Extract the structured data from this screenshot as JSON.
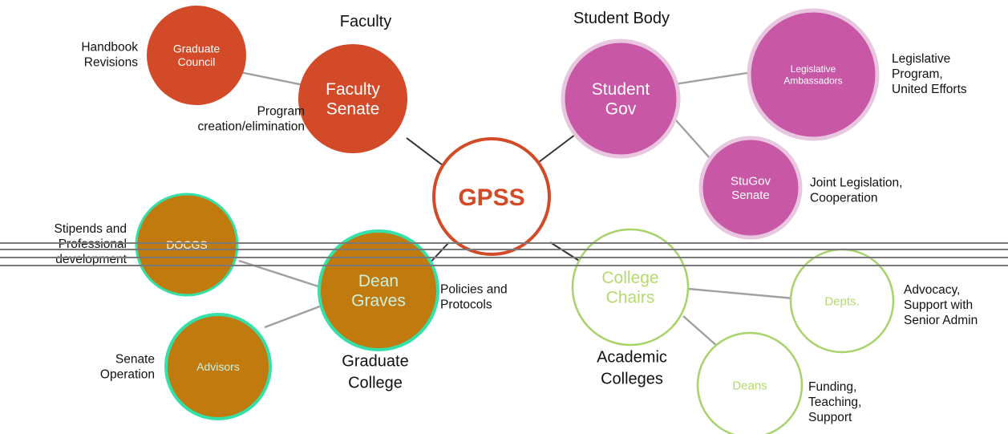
{
  "colors": {
    "faculty": "#d24a27",
    "student": "#c857a6",
    "student_light": "#e8c6df",
    "gpss_border": "#d24a27",
    "graduate": "#c07a0e",
    "graduate_ring": "#35e0a8",
    "academic_ring": "#a8d36a",
    "academic_text": "#b5d96d",
    "gpss_text": "#d24a27",
    "connector": "#a0a0a0",
    "connector_dark": "#333333"
  },
  "group_labels": {
    "faculty": "Faculty",
    "student_body": "Student Body",
    "graduate_college": [
      "Graduate",
      "College"
    ],
    "academic_colleges": [
      "Academic",
      "Colleges"
    ]
  },
  "center": {
    "label": "GPSS"
  },
  "nodes": {
    "graduate_council": [
      "Graduate",
      "Council"
    ],
    "faculty_senate": [
      "Faculty",
      "Senate"
    ],
    "student_gov": [
      "Student",
      "Gov"
    ],
    "legislative_ambassadors": [
      "Legislative",
      "Ambassadors"
    ],
    "stugov_senate": [
      "StuGov",
      "Senate"
    ],
    "docgs": [
      "DOCGS"
    ],
    "dean_graves": [
      "Dean",
      "Graves"
    ],
    "advisors": [
      "Advisors"
    ],
    "college_chairs": [
      "College",
      "Chairs"
    ],
    "depts": [
      "Depts."
    ],
    "deans": [
      "Deans"
    ]
  },
  "annotations": {
    "handbook_revisions": [
      "Handbook",
      "Revisions"
    ],
    "program_creation": [
      "Program",
      "creation/elimination"
    ],
    "legislative_program": [
      "Legislative",
      "Program,",
      "United Efforts"
    ],
    "joint_legislation": [
      "Joint Legislation,",
      "Cooperation"
    ],
    "stipends": [
      "Stipends and",
      "Professional",
      "development"
    ],
    "policies_protocols": [
      "Policies and",
      "Protocols"
    ],
    "senate_operation": [
      "Senate",
      "Operation"
    ],
    "advocacy": [
      "Advocacy,",
      "Support with",
      "Senior Admin"
    ],
    "funding": [
      "Funding,",
      "Teaching,",
      "Support"
    ]
  }
}
